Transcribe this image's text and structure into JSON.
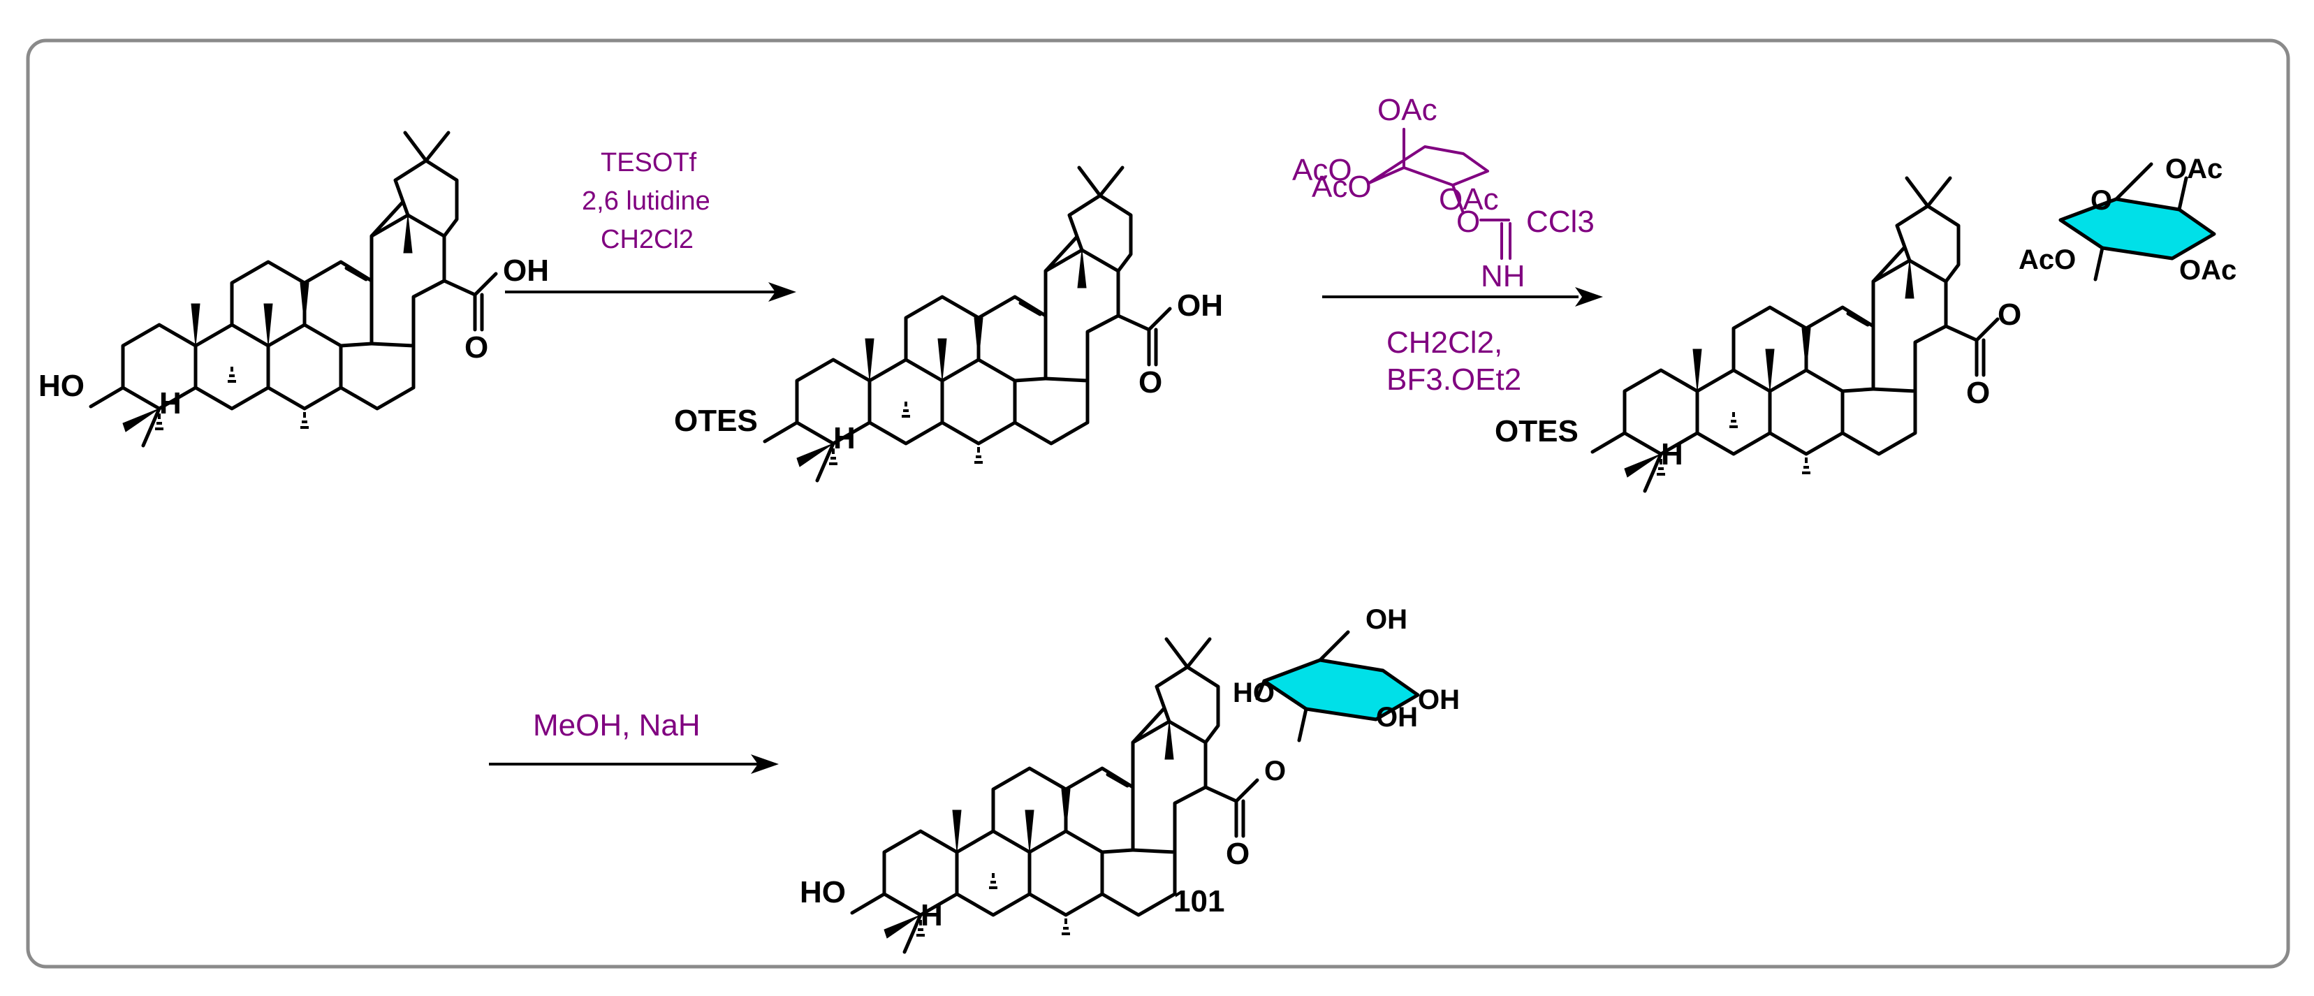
{
  "scheme": {
    "step1": {
      "reagents": [
        "TESOTf",
        "2,6 lutidine",
        "CH2Cl2"
      ]
    },
    "step2": {
      "reagents_above": [
        "OAc",
        "AcO",
        "AcO",
        "OAc",
        "O",
        "CCl3",
        "NH"
      ],
      "reagents_below": [
        "CH2Cl2,",
        "BF3.OEt2"
      ]
    },
    "step3": {
      "reagents": [
        "MeOH, NaH"
      ]
    },
    "sm": {
      "labels": [
        "OH",
        "O",
        "HO",
        "H"
      ]
    },
    "int1": {
      "labels": [
        "OH",
        "O",
        "OTES",
        "H"
      ]
    },
    "int2": {
      "labels": [
        "O",
        "O",
        "OTES",
        "H",
        "OAc",
        "AcO",
        "OAc",
        "O"
      ]
    },
    "product": {
      "labels": [
        "O",
        "HO",
        "OH",
        "OH",
        "OH",
        "O",
        "H"
      ],
      "compound_number": "101"
    }
  }
}
